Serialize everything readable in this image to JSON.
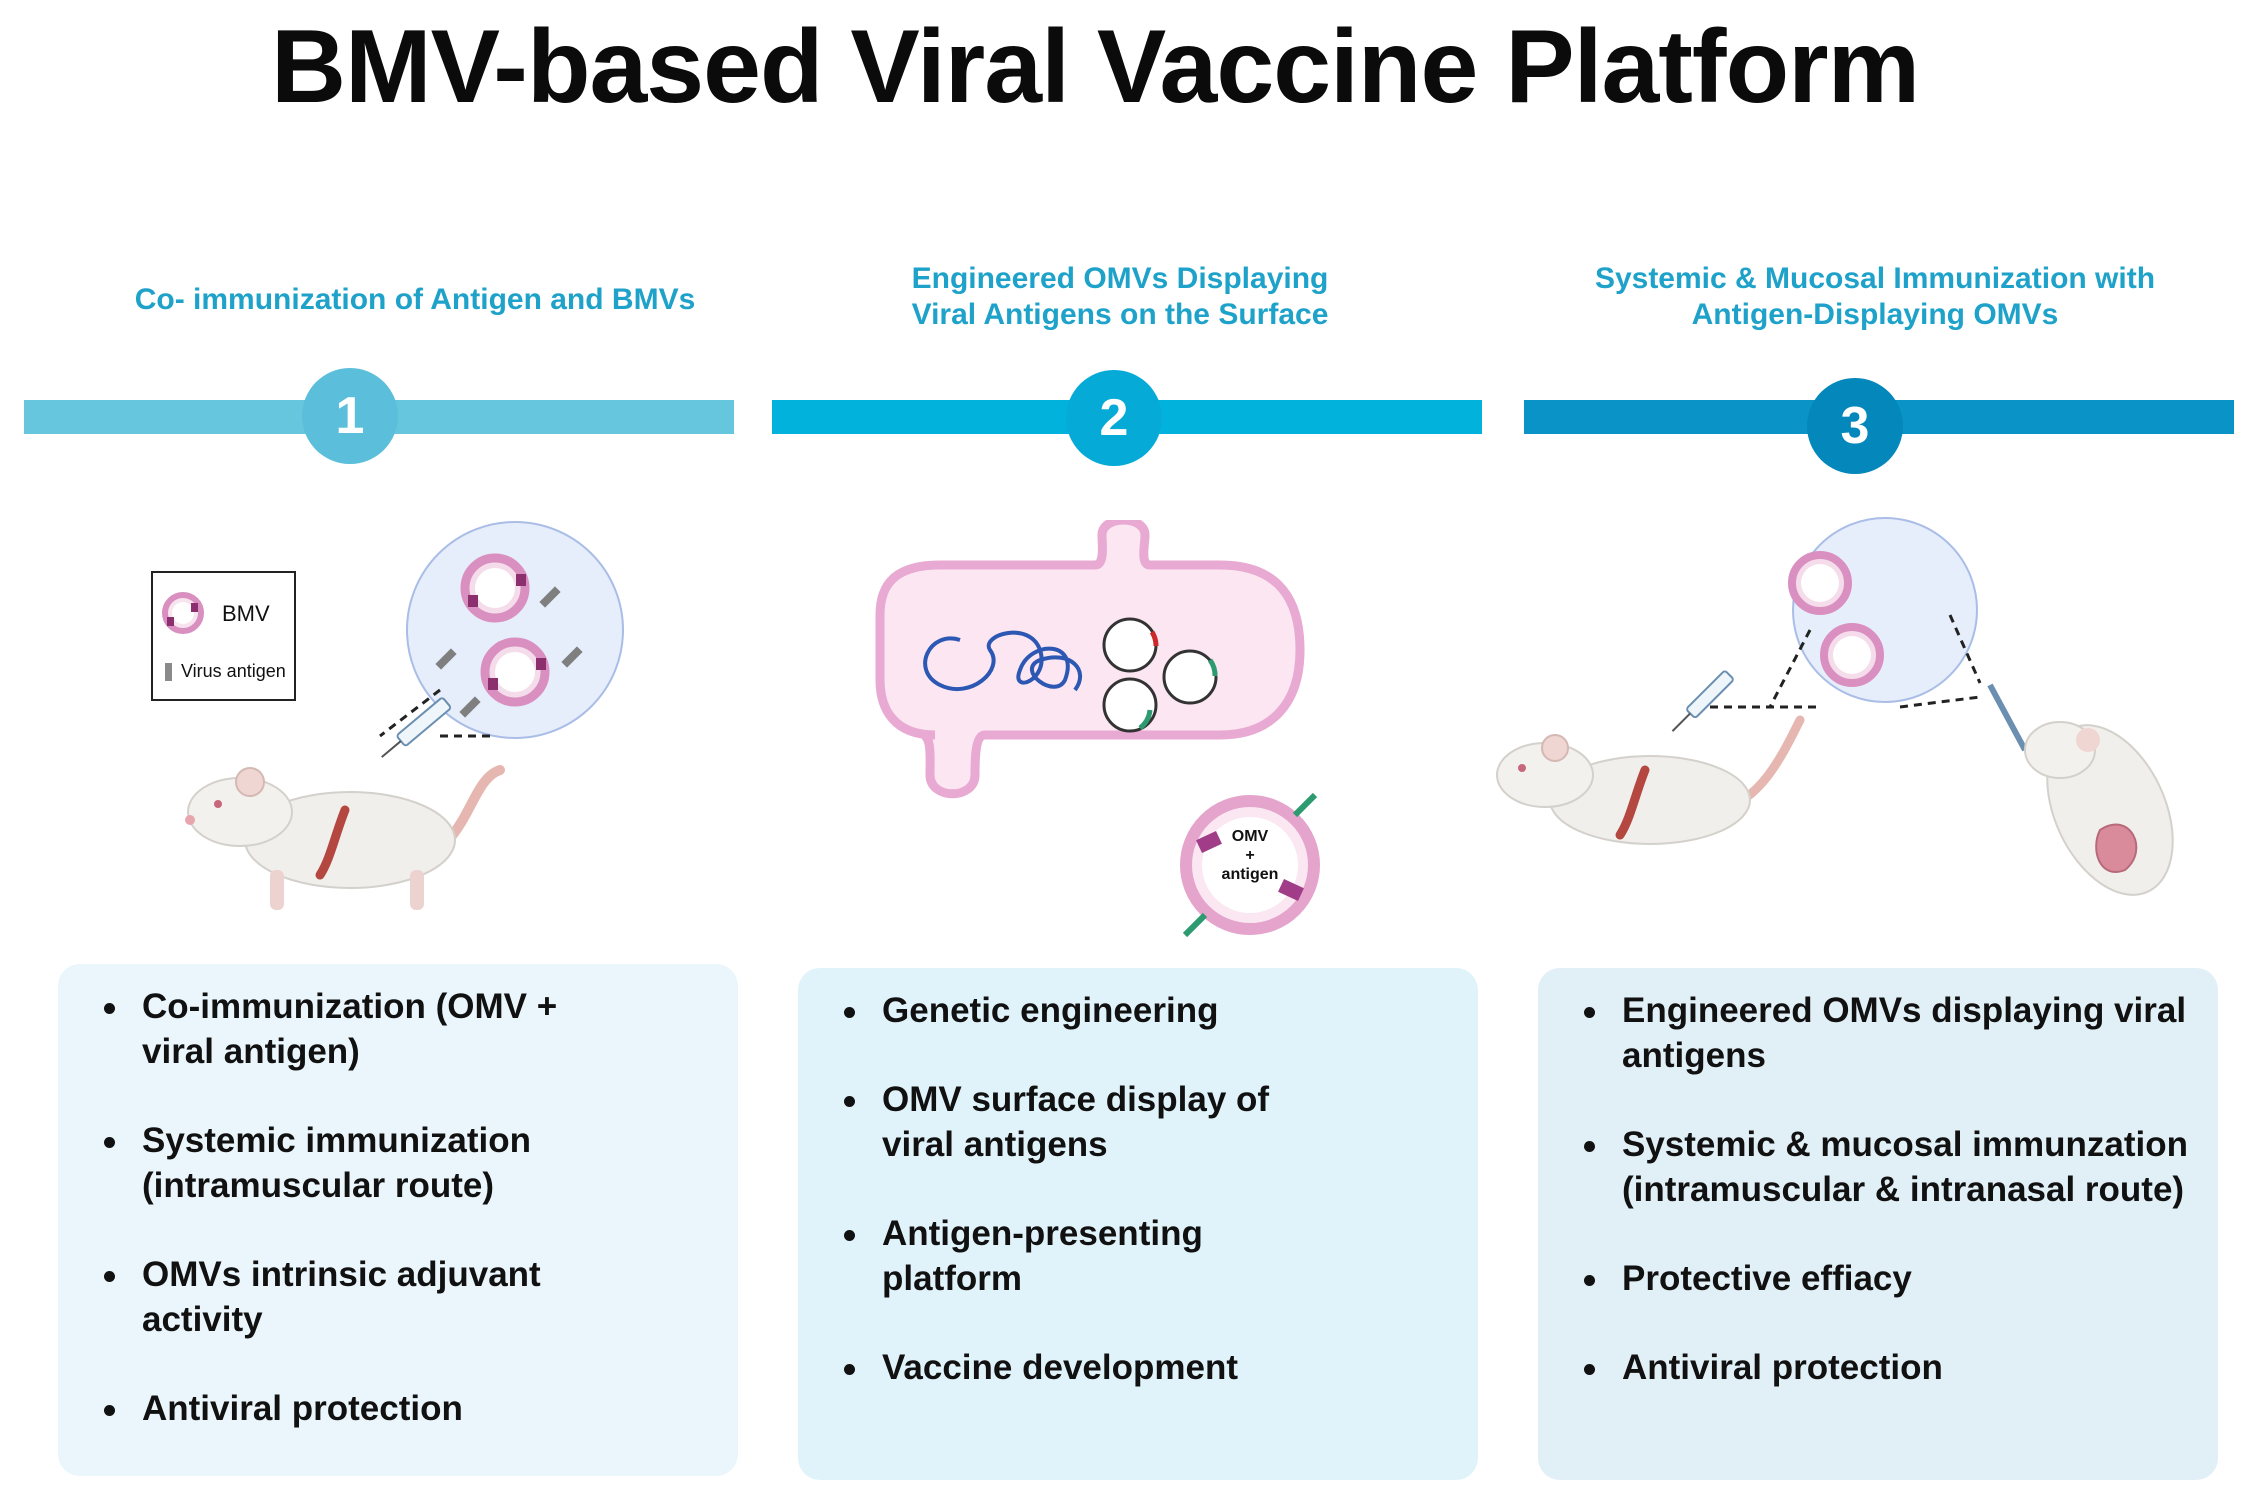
{
  "title": "BMV-based Viral Vaccine Platform",
  "columns": [
    {
      "number": "1",
      "heading_lines": [
        "Co- immunization of Antigen and BMVs"
      ],
      "bar_color": "#66c6de",
      "circle_color": "#5bbfdb",
      "bullets": [
        [
          "Co-immunization (OMV +",
          "viral antigen)"
        ],
        [
          "Systemic immunization",
          "(intramuscular route)"
        ],
        [
          "OMVs intrinsic adjuvant",
          "activity"
        ],
        [
          "Antiviral protection"
        ]
      ]
    },
    {
      "number": "2",
      "heading_lines": [
        "Engineered OMVs Displaying",
        "Viral Antigens on the Surface"
      ],
      "bar_color": "#00b2dc",
      "circle_color": "#06aad6",
      "bullets": [
        [
          "Genetic engineering"
        ],
        [
          "OMV surface display of",
          "viral antigens"
        ],
        [
          "Antigen-presenting",
          "platform"
        ],
        [
          "Vaccine development"
        ]
      ]
    },
    {
      "number": "3",
      "heading_lines": [
        "Systemic & Mucosal Immunization with",
        "Antigen-Displaying OMVs"
      ],
      "bar_color": "#0a93c6",
      "circle_color": "#0487bb",
      "bullets": [
        [
          "Engineered OMVs displaying viral",
          "antigens"
        ],
        [
          "Systemic & mucosal immunzation",
          "(intramuscular & intranasal route)"
        ],
        [
          "Protective effiacy"
        ],
        [
          "Antiviral protection"
        ]
      ]
    }
  ],
  "legend": {
    "bmv": "BMV",
    "antigen": "Virus antigen"
  },
  "vesicle_label": {
    "line1": "OMV",
    "line2": "+",
    "line3": "antigen"
  },
  "colors": {
    "membrane": "#e9a5cf",
    "dna": "#2c57b3",
    "antigen_bar": "#7a7a7a",
    "heading": "#1ea2c9"
  }
}
